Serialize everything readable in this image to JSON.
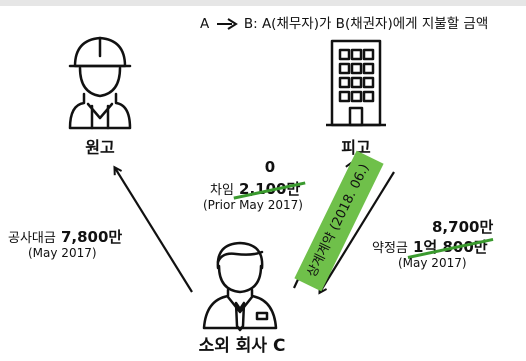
{
  "legend": {
    "from": "A",
    "text": "B: A(채무자)가 B(채권자)에게 지불할 금액"
  },
  "nodes": {
    "plaintiff": "원고",
    "defendant": "피고",
    "third_party": "소외 회사 C"
  },
  "edges": {
    "construction": {
      "prefix": "공사대금",
      "amount": "7,800만",
      "date": "(May 2017)"
    },
    "loan": {
      "new_amount": "0",
      "prefix": "차임",
      "old_amount": "2,100만",
      "date": "(Prior May 2017)"
    },
    "settlement": {
      "new_amount": "8,700만",
      "prefix": "약정금",
      "old_amount": "1억 800만",
      "date": "(May 2017)"
    },
    "offset": {
      "label": "상계계약 (2018. 06.)"
    }
  },
  "colors": {
    "accent_green": "#6fc04a",
    "strike_green": "#3a9a2e"
  }
}
